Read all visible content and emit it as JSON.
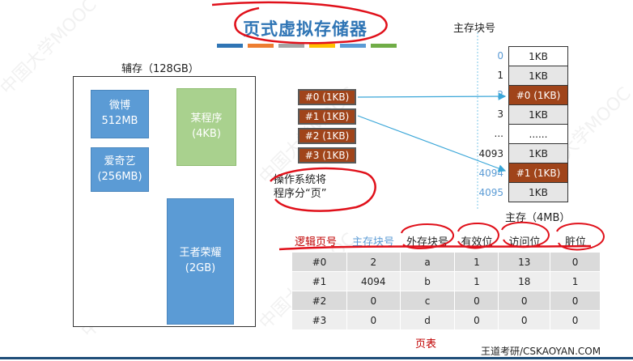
{
  "title": "页式虚拟存储器",
  "title_stripes": [
    "#2f75b5",
    "#ed7d31",
    "#a5a5a5",
    "#ffc000",
    "#5b9bd5",
    "#70ad47"
  ],
  "auxiliary": {
    "label": "辅存（128GB）",
    "programs": [
      {
        "name": "微博",
        "size": "512MB",
        "color": "#5b9bd5"
      },
      {
        "name": "爱奇艺",
        "size": "(256MB)",
        "color": "#5b9bd5"
      },
      {
        "name": "某程序",
        "size": "(4KB)",
        "color": "#a9d18e"
      },
      {
        "name": "王者荣耀",
        "size": "(2GB)",
        "color": "#5b9bd5"
      }
    ]
  },
  "pages": [
    "#0 (1KB)",
    "#1 (1KB)",
    "#2 (1KB)",
    "#3 (1KB)"
  ],
  "note": {
    "line1": "操作系统将",
    "line2": "程序分“页”"
  },
  "main_memory": {
    "title": "主存块号",
    "blocks": [
      {
        "num": "0",
        "content": "1KB",
        "blue": true,
        "highlight": false
      },
      {
        "num": "1",
        "content": "1KB",
        "blue": false,
        "highlight": false
      },
      {
        "num": "2",
        "content": "#0 (1KB)",
        "blue": true,
        "highlight": true
      },
      {
        "num": "3",
        "content": "1KB",
        "blue": false,
        "highlight": false
      },
      {
        "num": "...",
        "content": "......",
        "blue": false,
        "highlight": false
      },
      {
        "num": "4093",
        "content": "1KB",
        "blue": false,
        "highlight": false
      },
      {
        "num": "4094",
        "content": "#1 (1KB)",
        "blue": true,
        "highlight": true
      },
      {
        "num": "4095",
        "content": "1KB",
        "blue": true,
        "highlight": false
      }
    ],
    "footer": "主存（4MB）"
  },
  "page_table": {
    "headers": [
      {
        "text": "逻辑页号",
        "color": "#c00000"
      },
      {
        "text": "主存块号",
        "color": "#5b9bd5"
      },
      {
        "text": "外存块号",
        "color": "#222222"
      },
      {
        "text": "有效位",
        "color": "#222222"
      },
      {
        "text": "访问位",
        "color": "#222222"
      },
      {
        "text": "脏位",
        "color": "#222222"
      }
    ],
    "rows": [
      [
        "#0",
        "2",
        "a",
        "1",
        "13",
        "0"
      ],
      [
        "#1",
        "4094",
        "b",
        "1",
        "18",
        "1"
      ],
      [
        "#2",
        "0",
        "c",
        "0",
        "0",
        "0"
      ],
      [
        "#3",
        "0",
        "d",
        "0",
        "0",
        "0"
      ]
    ],
    "caption": "页表"
  },
  "brand": "王道考研/CSKAOYAN.COM",
  "watermark": "中国大学MOOC",
  "colors": {
    "accent_blue": "#2f75b5",
    "page_brown": "#a0441a",
    "annotation_red": "#e0101a",
    "arrow": "#3aa6d8"
  }
}
